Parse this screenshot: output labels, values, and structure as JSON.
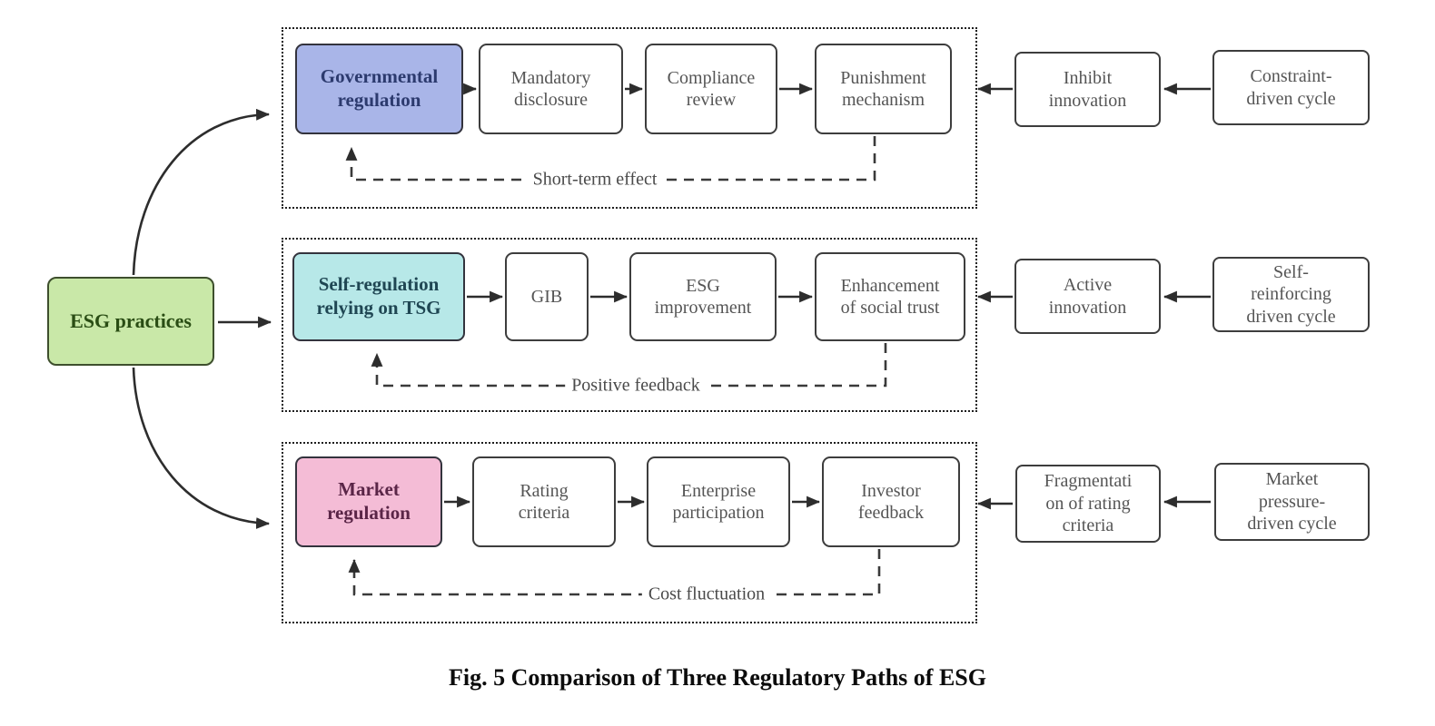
{
  "caption": "Fig. 5 Comparison of Three Regulatory Paths of ESG",
  "root_node": "ESG practices",
  "rows": [
    {
      "head": "Governmental\nregulation",
      "steps": [
        "Mandatory\ndisclosure",
        "Compliance\nreview",
        "Punishment\nmechanism"
      ],
      "feedback": "Short-term effect",
      "effect": "Inhibit\ninnovation",
      "cycle": "Constraint-\ndriven cycle"
    },
    {
      "head": "Self-regulation\nrelying on TSG",
      "steps": [
        "GIB",
        "ESG\nimprovement",
        "Enhancement\nof social trust"
      ],
      "feedback": "Positive feedback",
      "effect": "Active\ninnovation",
      "cycle": "Self-\nreinforcing\ndriven cycle"
    },
    {
      "head": "Market\nregulation",
      "steps": [
        "Rating\ncriteria",
        "Enterprise\nparticipation",
        "Investor\nfeedback"
      ],
      "feedback": "Cost fluctuation",
      "effect": "Fragmentati\non of rating\ncriteria",
      "cycle": "Market\npressure-\ndriven cycle"
    }
  ],
  "colors": {
    "governmental_fill": "#a9b5e8",
    "governmental_text": "#2c3a6e",
    "self_regulation_fill": "#b7e8e8",
    "self_regulation_text": "#1f4653",
    "market_fill": "#f4bcd6",
    "market_text": "#5a2547",
    "root_fill": "#c9e8a8",
    "root_text": "#2a4d14",
    "arrow": "#2d2d2d"
  }
}
